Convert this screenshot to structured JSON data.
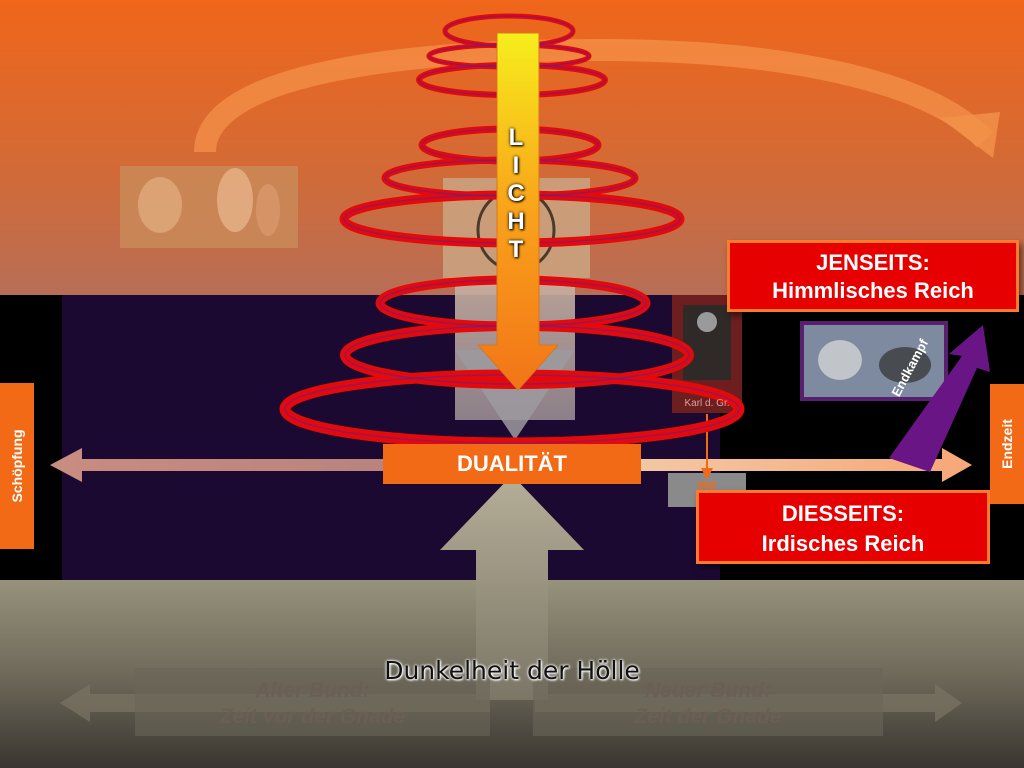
{
  "boxes": {
    "jenseits_line1": "JENSEITS:",
    "jenseits_line2": "Himmlisches Reich",
    "diesseits_line1": "DIESSEITS:",
    "diesseits_line2": "Irdisches Reich"
  },
  "side": {
    "left": "Schöpfung",
    "right": "Endzeit"
  },
  "center": {
    "dualitaet": "DUALITÄT"
  },
  "licht": [
    "L",
    "I",
    "C",
    "H",
    "T"
  ],
  "endkampf": "Endkampf",
  "karl": "Karl d. Gr.",
  "small_box": "800",
  "bottom": {
    "hell": "Dunkelheit der Hölle",
    "alter_line1": "Alter Bund:",
    "alter_line2": "Zeit vor der Gnade",
    "neuer_line1": "Neuer Bund:",
    "neuer_line2": "Zeit der Gnade"
  },
  "colors": {
    "sky_top": "#f0661a",
    "middle_band": "#1c0932",
    "ground": "#8a8570",
    "box_red": "#e60000",
    "accent_orange": "#f26a16",
    "endkampf_purple": "#6a1585"
  }
}
